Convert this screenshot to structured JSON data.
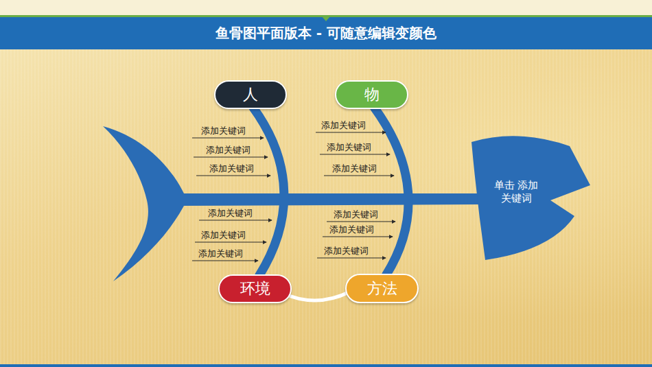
{
  "diagram": {
    "title": "鱼骨图平面版本 - 可随意编辑变颜色",
    "nodes": [
      {
        "text": [
          "人"
        ]
      },
      {
        "text": [
          "物"
        ]
      },
      {
        "text": [
          "单击 添加 关键词"
        ]
      },
      {
        "text": [
          "环境"
        ]
      },
      {
        "text": [
          "方法"
        ]
      }
    ],
    "edges": [
      {
        "from": 0,
        "to": 3,
        "arrow": "none"
      },
      {
        "from": 1,
        "to": 4,
        "arrow": "none"
      },
      {
        "from": 3,
        "to": 4,
        "arrow": "none"
      }
    ],
    "labels": [
      "添加关键词",
      "添加关键词",
      "添加关键词",
      "添加关键词",
      "添加关键词",
      "添加关键词",
      "添加关键词",
      "添加关键词",
      "添加关键词",
      "添加关键词",
      "添加关键词",
      "添加关键词"
    ]
  }
}
